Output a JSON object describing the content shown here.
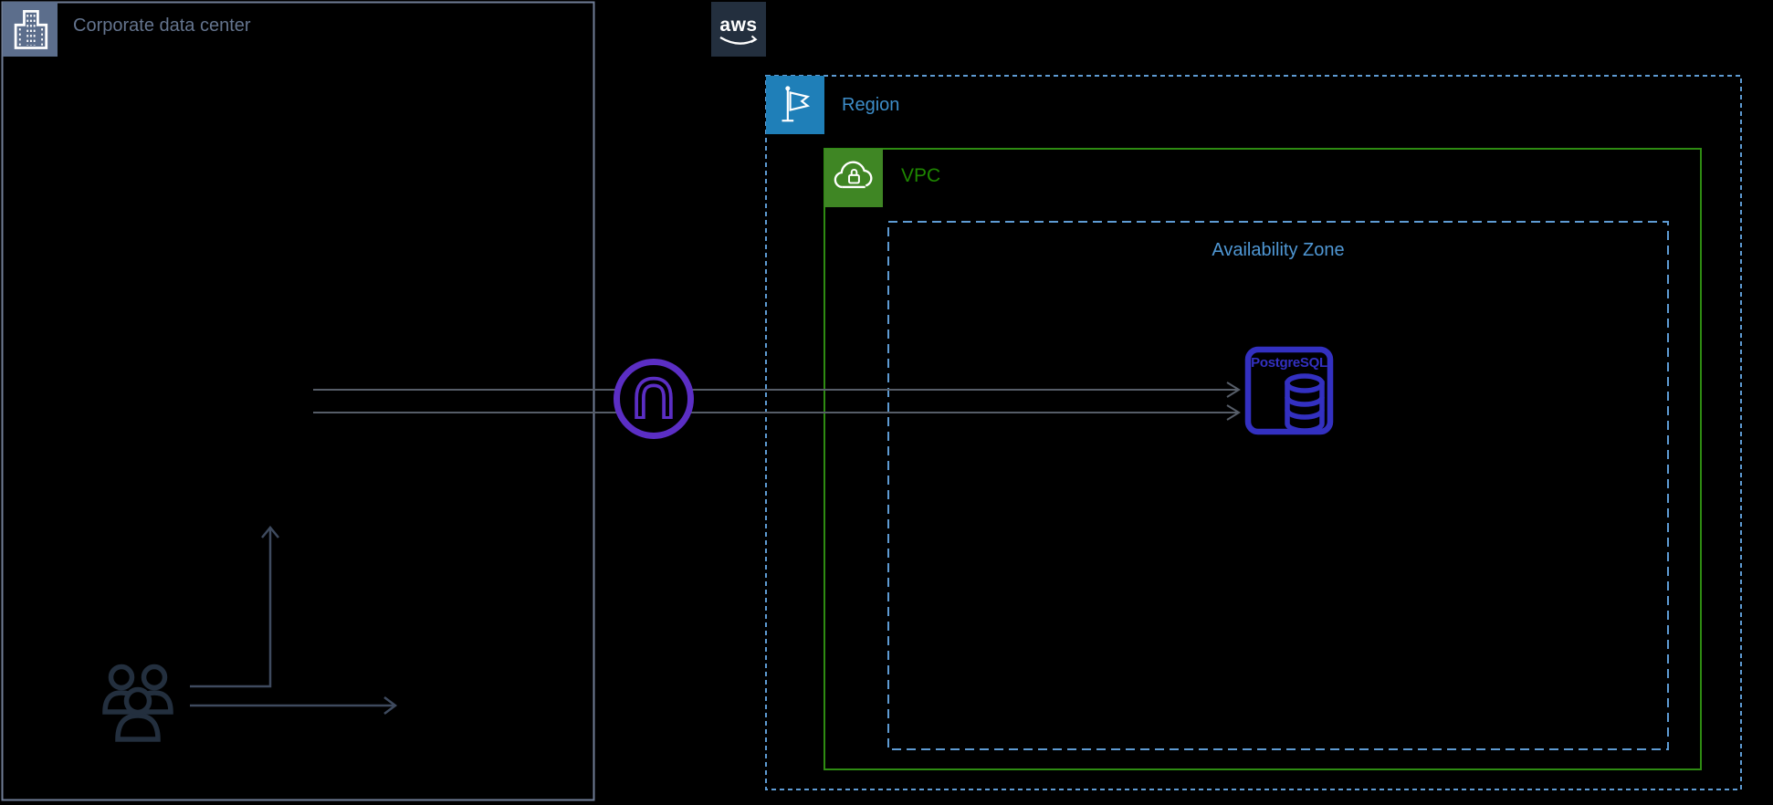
{
  "diagram": {
    "title_context": "AWS architecture diagram: corporate users connecting through a gateway to PostgreSQL in a VPC availability zone",
    "corporate": {
      "title": "Corporate data center"
    },
    "aws": {
      "logo": "aws"
    },
    "region": {
      "label": "Region"
    },
    "vpc": {
      "label": "VPC"
    },
    "availability_zone": {
      "label": "Availability Zone"
    },
    "database": {
      "label": "PostgreSQL"
    },
    "connections": [
      {
        "from": "corporate-data-center",
        "through": "virtual-private-gateway",
        "to": "postgresql-database",
        "style": "two parallel gray arrows pointing right"
      },
      {
        "from": "users",
        "direction": "up",
        "style": "slate elbow arrow"
      },
      {
        "from": "users",
        "direction": "right",
        "style": "slate straight arrow"
      }
    ],
    "colors": {
      "background": "#000000",
      "corporate_border": "#6F7D96",
      "corporate_icon_bg": "#5C6E8C",
      "corporate_title": "#64748E",
      "aws_logo_bg": "#232F3E",
      "region_border": "#5E9BD3",
      "region_label": "#3D8DC9",
      "region_flag_bg": "#1F7FB8",
      "vpc_border": "#2E8B12",
      "vpc_label": "#1E8700",
      "vpc_icon_bg": "#3F8624",
      "az_border": "#5E9BD3",
      "az_label": "#4F97D4",
      "database_indigo": "#3330C1",
      "gateway_purple": "#5B2EC4",
      "connector_gray": "#565D68",
      "user_arrow_slate": "#3E4A5E",
      "users_icon": "#232F3E"
    }
  }
}
